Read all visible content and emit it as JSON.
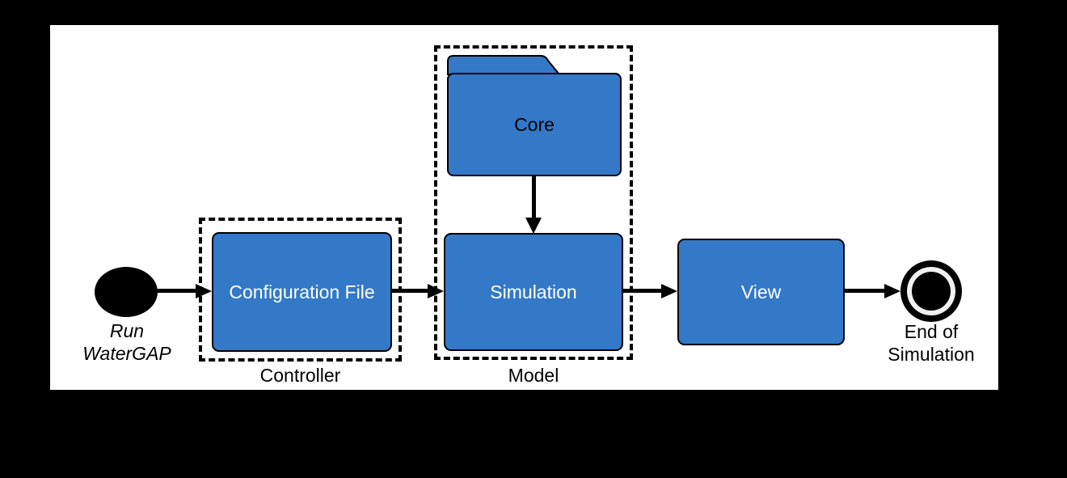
{
  "diagram": {
    "start_node": {
      "line1": "Run",
      "line2": "WaterGAP"
    },
    "controller_group": {
      "caption": "Controller",
      "box_label": "Configuration File"
    },
    "model_group": {
      "caption": "Model",
      "package_label": "Core",
      "box_label": "Simulation"
    },
    "view_node": {
      "label": "View"
    },
    "end_node": {
      "line1": "End of",
      "line2": "Simulation"
    },
    "edges": [
      {
        "from": "run-watergap-start",
        "to": "configuration-file"
      },
      {
        "from": "configuration-file",
        "to": "simulation"
      },
      {
        "from": "core-package",
        "to": "simulation"
      },
      {
        "from": "simulation",
        "to": "view"
      },
      {
        "from": "view",
        "to": "end-of-simulation"
      }
    ],
    "colors": {
      "page_background": "#000000",
      "canvas_background": "#ffffff",
      "node_fill": "#3478C8",
      "node_border": "#000000",
      "node_text": "#ffffff",
      "label_text": "#000000",
      "edge": "#000000"
    }
  }
}
